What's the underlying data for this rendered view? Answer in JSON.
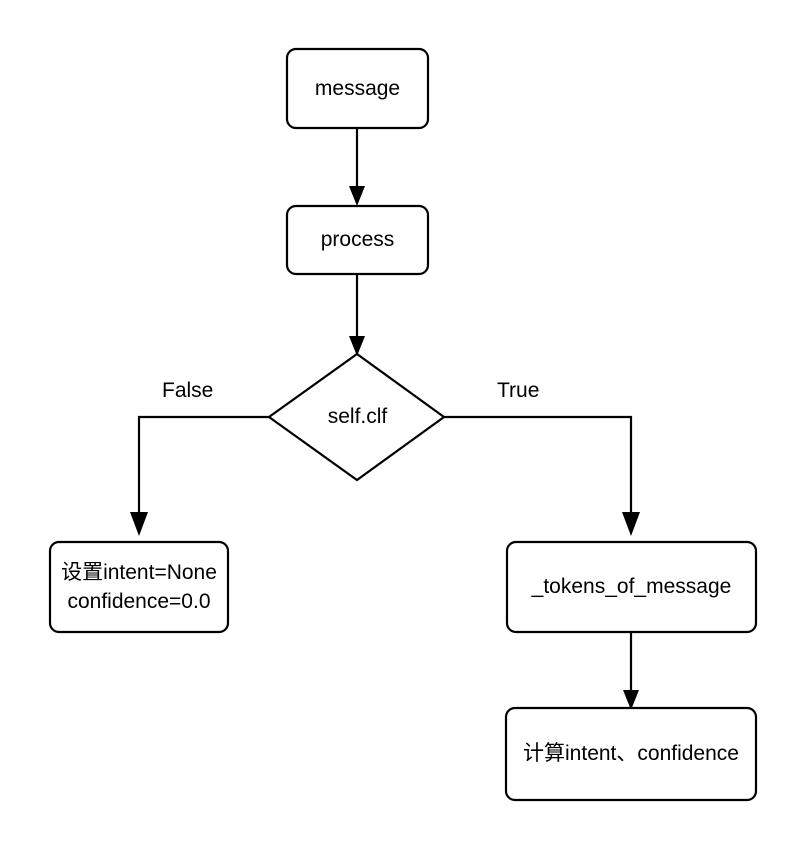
{
  "diagram": {
    "type": "flowchart",
    "orientation": "top-down",
    "background_color": "#ffffff",
    "stroke_color": "#000000",
    "text_color": "#000000",
    "nodes": [
      {
        "id": "message",
        "shape": "rounded-rect",
        "label": "message"
      },
      {
        "id": "process",
        "shape": "rounded-rect",
        "label": "process"
      },
      {
        "id": "self_clf",
        "shape": "diamond",
        "label": "self.clf"
      },
      {
        "id": "set_none",
        "shape": "rounded-rect",
        "label": "设置intent=None\nconfidence=0.0"
      },
      {
        "id": "tokens",
        "shape": "rounded-rect",
        "label": "_tokens_of_message"
      },
      {
        "id": "compute",
        "shape": "rounded-rect",
        "label": "计算intent、confidence"
      }
    ],
    "edges": [
      {
        "from": "message",
        "to": "process",
        "label": ""
      },
      {
        "from": "process",
        "to": "self_clf",
        "label": ""
      },
      {
        "from": "self_clf",
        "to": "set_none",
        "label": "False"
      },
      {
        "from": "self_clf",
        "to": "tokens",
        "label": "True"
      },
      {
        "from": "tokens",
        "to": "compute",
        "label": ""
      }
    ],
    "edge_labels": {
      "false_branch": "False",
      "true_branch": "True"
    }
  }
}
